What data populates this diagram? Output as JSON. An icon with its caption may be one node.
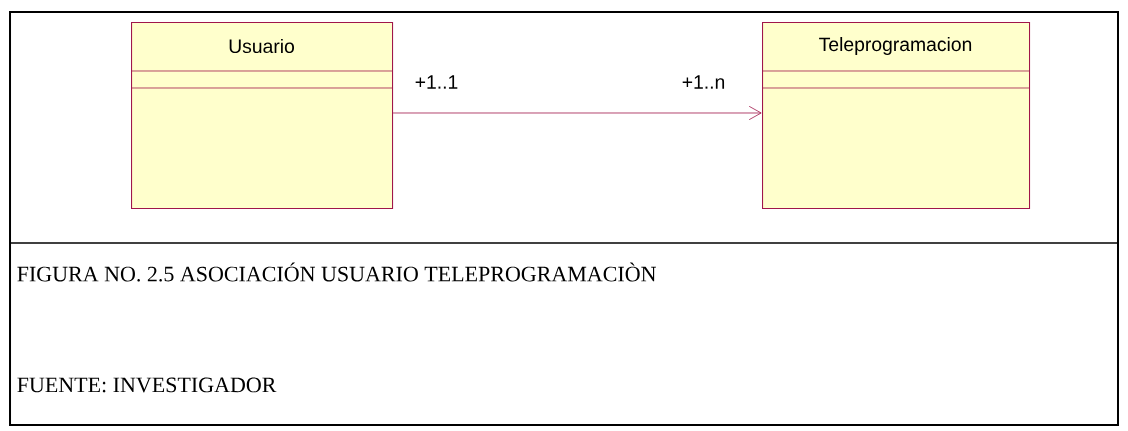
{
  "diagram": {
    "caption": "FIGURA NO. 2.5 ASOCIACIÓN USUARIO TELEPROGRAMACIÒN",
    "nodes": [
      {
        "text": [
          "Usuario"
        ]
      },
      {
        "text": [
          "Teleprogramacion"
        ]
      }
    ],
    "edges": [
      {
        "from": 0,
        "to": 1,
        "arrow": "to"
      }
    ],
    "labels": [
      "+1..1",
      "+1..n",
      "FUENTE: INVESTIGADOR"
    ]
  }
}
